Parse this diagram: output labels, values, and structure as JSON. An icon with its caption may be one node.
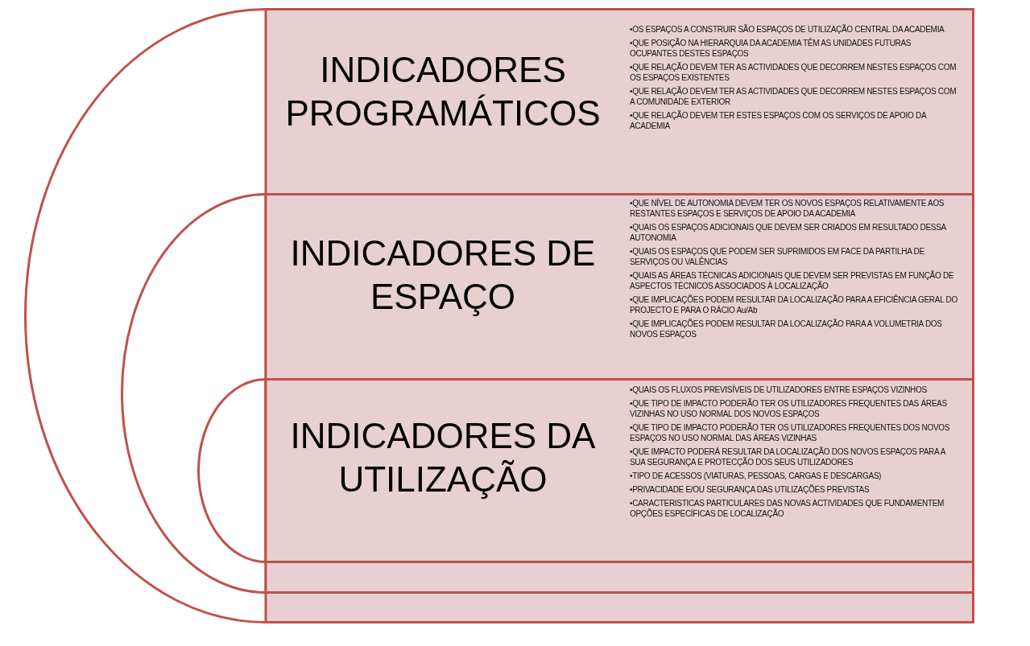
{
  "diagram": {
    "nodes": [
      {
        "text": [
          "INDICADORES PROGRAMÁTICOS",
          "•OS ESPAÇOS A CONSTRUIR SÃO ESPAÇOS DE UTILIZAÇÃO CENTRAL DA ACADEMIA",
          "•QUE POSIÇÃO NA HIERARQUIA DA ACADEMIA TÊM AS UNIDADES FUTURAS OCUPANTES DESTES ESPAÇOS",
          "•QUE RELAÇÃO DEVEM TER AS ACTIVIDADES QUE DECORREM NESTES ESPAÇOS COM OS ESPAÇOS EXISTENTES",
          "•QUE RELAÇÃO DEVEM TER AS ACTIVIDADES QUE DECORREM NESTES ESPAÇOS COM A COMUNIDADE EXTERIOR",
          "•QUE RELAÇÃO DEVEM TER ESTES ESPAÇOS COM OS SERVIÇOS DE APOIO DA ACADEMIA"
        ]
      },
      {
        "text": [
          "INDICADORES DE ESPAÇO",
          "•QUE NÍVEL DE AUTONOMIA DEVEM TER OS NOVOS ESPAÇOS RELATIVAMENTE AOS RESTANTES ESPAÇOS E SERVIÇOS DE APOIO DA ACADEMIA",
          "•QUAIS OS ESPAÇOS ADICIONAIS QUE DEVEM SER CRIADOS EM RESULTADO DESSA AUTONOMIA",
          "•QUAIS OS ESPAÇOS QUE PODEM SER SUPRIMIDOS EM FACE DA PARTILHA DE SERVIÇOS OU VALÊNCIAS",
          "•QUAIS AS ÁREAS TÉCNICAS ADICIONAIS QUE DEVEM SER PREVISTAS EM FUNÇÃO DE ASPECTOS TÉCNICOS ASSOCIADOS À LOCALIZAÇÃO",
          "•QUE IMPLICAÇÕES PODEM RESULTAR DA LOCALIZAÇÃO PARA A EFICIÊNCIA GERAL DO PROJECTO E PARA O RÁCIO Au/Ab",
          "•QUE IMPLICAÇÕES PODEM RESULTAR DA LOCALIZAÇÃO PARA A VOLUMETRIA DOS NOVOS ESPAÇOS"
        ],
        "in": 0
      },
      {
        "text": [
          "INDICADORES DA UTILIZAÇÃO",
          "•QUAIS OS FLUXOS PREVISÍVEIS DE UTILIZADORES ENTRE ESPAÇOS VIZINHOS",
          "•QUE TIPO DE IMPACTO PODERÃO TER OS UTILIZADORES FREQUENTES DAS ÁREAS VIZINHAS NO USO NORMAL DOS NOVOS ESPAÇOS",
          "•QUE TIPO DE IMPACTO PODERÃO TER OS UTILIZADORES FREQUENTES DOS NOVOS ESPAÇOS NO USO NORMAL DAS ÁREAS VIZINHAS",
          "•QUE IMPACTO PODERÁ RESULTAR DA LOCALIZAÇÃO DOS NOVOS ESPAÇOS PARA A SUA SEGURANÇA E PROTECÇÃO DOS SEUS UTILIZADORES",
          "•TIPO DE ACESSOS (VIATURAS, PESSOAS, CARGAS E DESCARGAS)",
          "•PRIVACIDADE E/OU SEGURANÇA DAS UTILIZAÇÕES PREVISTAS",
          "•CARACTERISTICAS PARTICULARES DAS NOVAS ACTIVIDADES QUE FUNDAMENTEM OPÇÕES ESPECÍFICAS DE LOCALIZAÇÃO"
        ],
        "in": 1
      }
    ]
  }
}
